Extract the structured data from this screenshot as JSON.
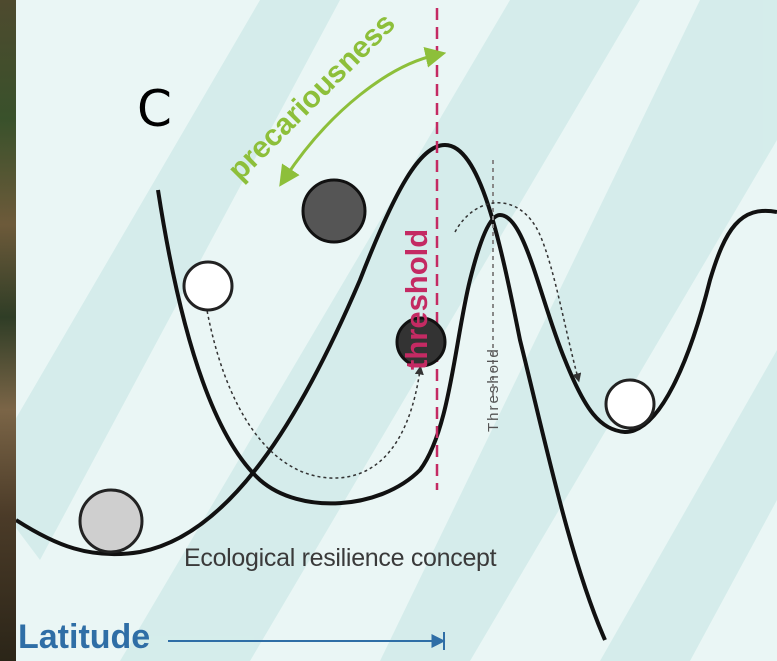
{
  "diagram": {
    "panel_label": "C",
    "top_label": "precariousness",
    "threshold_main": "threshold",
    "threshold_small": "Threshold",
    "caption": "Ecological resilience concept",
    "axis_label": "Latitude",
    "cut_char": "l"
  },
  "colors": {
    "background": "#eaf6f5",
    "stripes": "#d2ecea",
    "precariousness": "#8dbf3a",
    "threshold": "#c42a63",
    "axis": "#2f6ea6",
    "curve": "#111111"
  },
  "icons": [
    "ball-icon",
    "arrow-icon"
  ]
}
